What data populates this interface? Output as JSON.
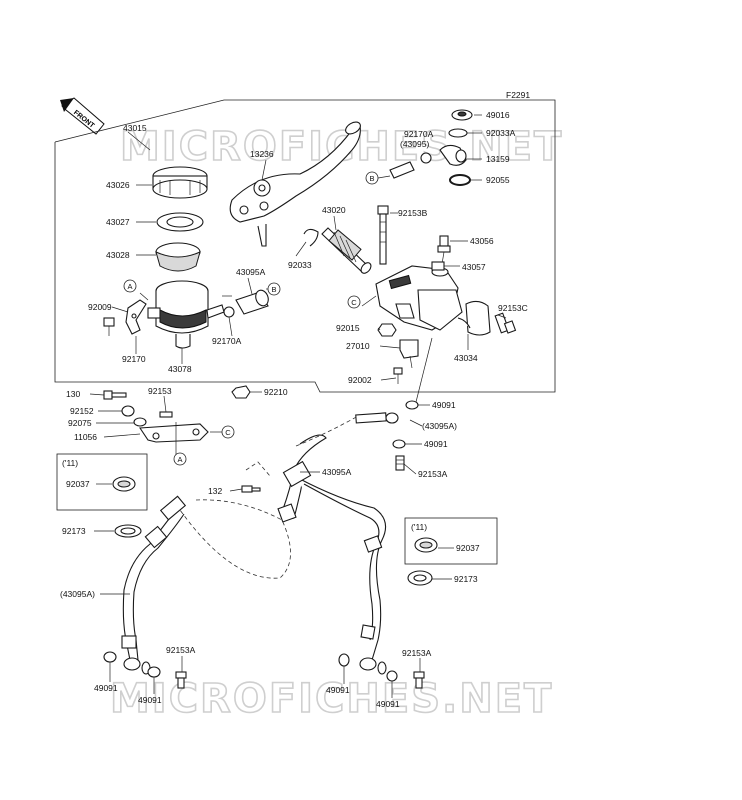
{
  "figure_code": "F2291",
  "front_label": "FRONT",
  "watermark": "MICROFICHES.NET",
  "labels": {
    "p43015": "43015",
    "p43026": "43026",
    "p43027": "43027",
    "p43028": "43028",
    "p92009": "92009",
    "p92170": "92170",
    "p43078": "43078",
    "p13236": "13236",
    "p43095a": "43095A",
    "p92170a": "92170A",
    "p43020": "43020",
    "p92033": "92033",
    "p92153b": "92153B",
    "p92170a_top": "92170A",
    "p43095_paren": "(43095)",
    "p49016": "49016",
    "p92033a": "92033A",
    "p13159": "13159",
    "p92055": "92055",
    "p43056": "43056",
    "p43057": "43057",
    "p92153c": "92153C",
    "p92015": "92015",
    "p27010": "27010",
    "p43034": "43034",
    "p92002": "92002",
    "p92210": "92210",
    "p49091_a": "49091",
    "p43095a_paren": "(43095A)",
    "p49091_b": "49091",
    "p130": "130",
    "p92153": "92153",
    "p92152": "92152",
    "p92075": "92075",
    "p11056": "11056",
    "p92153a_mid": "92153A",
    "p11_left": "('11)",
    "p92037_left": "92037",
    "p132": "132",
    "p92173_left": "92173",
    "p43095a_hose": "(43095A)",
    "p11_right": "('11)",
    "p92037_right": "92037",
    "p92173_right": "92173",
    "p92153a_bl": "92153A",
    "p49091_bl1": "49091",
    "p49091_bl2": "49091",
    "p92153a_br": "92153A",
    "p49091_br1": "49091",
    "p49091_br2": "49091"
  },
  "callouts": {
    "a": "A",
    "b": "B",
    "c": "C"
  }
}
